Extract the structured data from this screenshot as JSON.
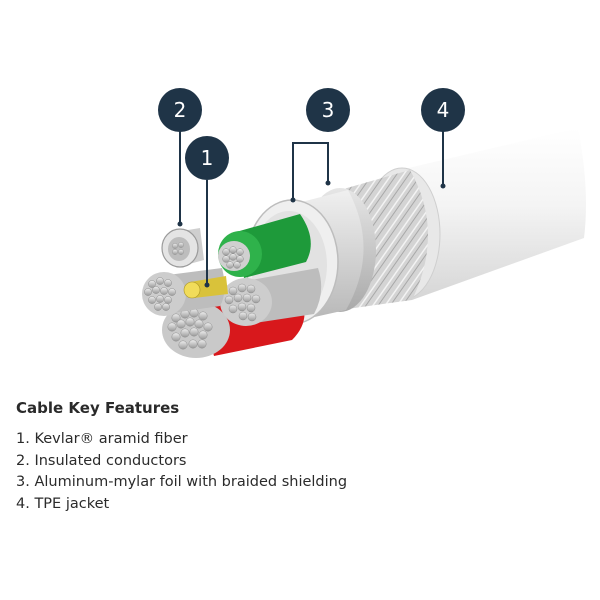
{
  "diagram": {
    "callouts": [
      {
        "label": "2",
        "color": "#1f3447"
      },
      {
        "label": "1",
        "color": "#1f3447"
      },
      {
        "label": "3",
        "color": "#1f3447"
      },
      {
        "label": "4",
        "color": "#1f3447"
      }
    ],
    "colors": {
      "jacket": "#f2f2f2",
      "braid": "#c9c9c9",
      "foil": "#dcdcdc",
      "green_conductor": "#1e9a3a",
      "red_conductor": "#d8181c",
      "kevlar": "#d9c23a",
      "copper_strands": "#c8c8c8",
      "callout_line": "#1f3447"
    }
  },
  "key": {
    "title": "Cable Key Features",
    "items": [
      {
        "text": "1. Kevlar® aramid fiber"
      },
      {
        "text": "2. Insulated conductors"
      },
      {
        "text": "3. Aluminum-mylar foil with braided shielding"
      },
      {
        "text": "4. TPE jacket"
      }
    ]
  }
}
